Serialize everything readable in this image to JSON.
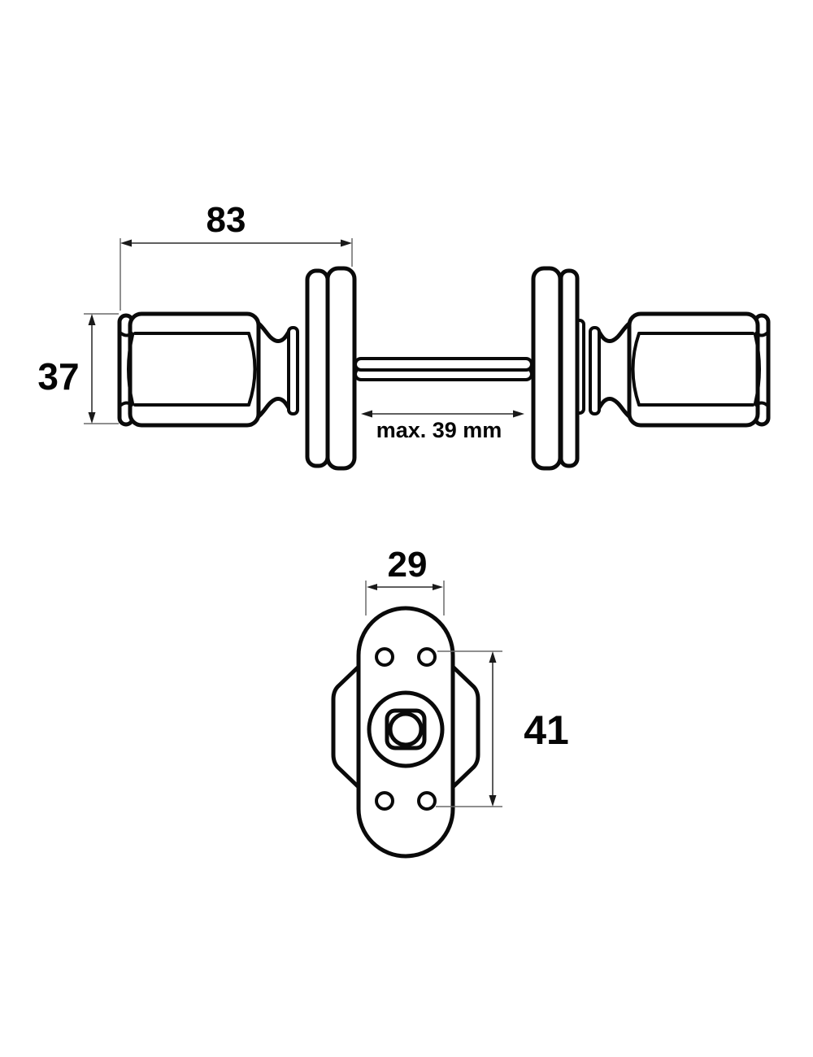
{
  "drawing": {
    "type": "technical-dimension-drawing",
    "subject": "door knob pair with round roses and spindle",
    "background_color": "#ffffff",
    "line_color": "#0a0a0a",
    "dimension_color": "#4a4a4a",
    "views": {
      "side_view": {
        "name": "knob-pair-side-view",
        "dimensions": {
          "overall_length": {
            "label": "83"
          },
          "knob_diameter": {
            "label": "37"
          },
          "spindle_clearance": {
            "label": "max. 39 mm"
          }
        }
      },
      "front_view": {
        "name": "rose-plate-front-view",
        "dimensions": {
          "plate_width": {
            "label": "29"
          },
          "screw_hole_spacing": {
            "label": "41"
          }
        }
      }
    }
  }
}
